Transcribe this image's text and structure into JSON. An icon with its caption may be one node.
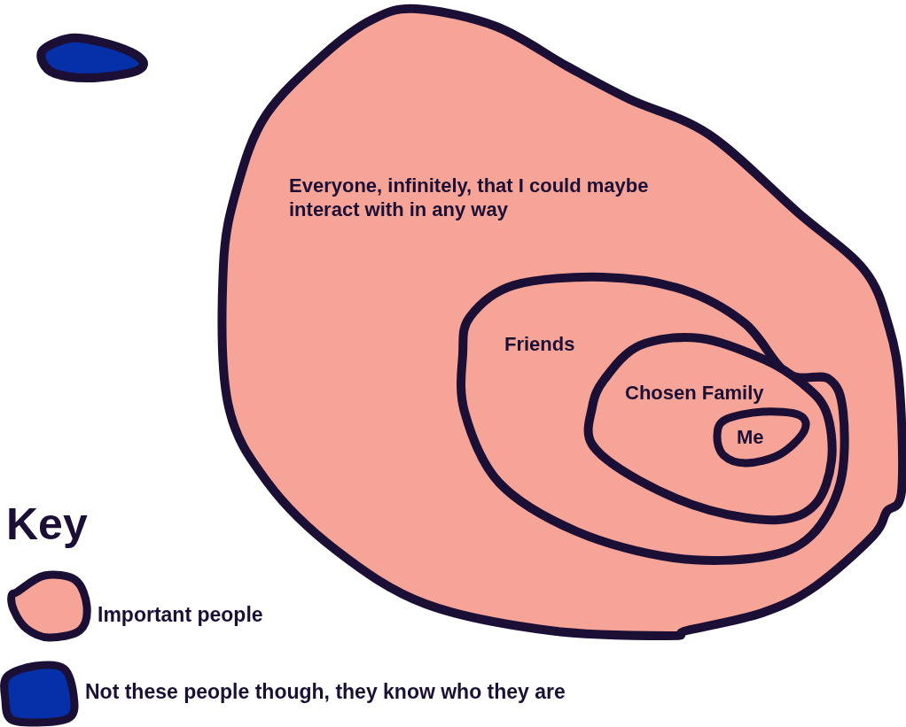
{
  "diagram": {
    "nodes": [
      {
        "text": [],
        "shape": "blob"
      },
      {
        "text": [
          "Everyone, infinitely, that I could maybe interact with in any way"
        ]
      },
      {
        "text": [
          "Friends"
        ],
        "in": 1
      },
      {
        "text": [
          "Chosen Family"
        ],
        "in": 2
      },
      {
        "text": [
          "Me"
        ],
        "in": 3
      }
    ],
    "labels": [
      "Key"
    ],
    "legend": [
      {
        "text": "Important people",
        "color": "#f6a498"
      },
      {
        "text": "Not these people though, they know who they are",
        "color": "#0530a8"
      }
    ]
  }
}
